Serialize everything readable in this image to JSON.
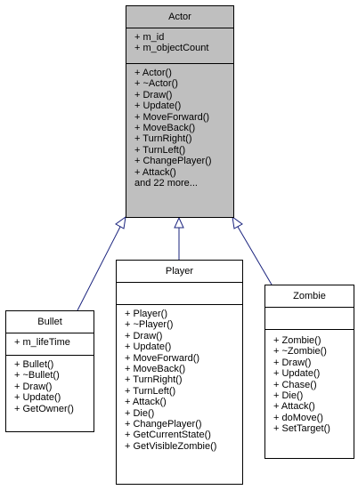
{
  "classes": {
    "actor": {
      "name": "Actor",
      "attributes": [
        "+ m_id",
        "+ m_objectCount"
      ],
      "methods": [
        "+ Actor()",
        "+ ~Actor()",
        "+ Draw()",
        "+ Update()",
        "+ MoveForward()",
        "+ MoveBack()",
        "+ TurnRight()",
        "+ TurnLeft()",
        "+ ChangePlayer()",
        "+ Attack()",
        "and 22 more..."
      ]
    },
    "bullet": {
      "name": "Bullet",
      "attributes": [
        "+ m_lifeTime"
      ],
      "methods": [
        "+ Bullet()",
        "+ ~Bullet()",
        "+ Draw()",
        "+ Update()",
        "+ GetOwner()"
      ]
    },
    "player": {
      "name": "Player",
      "attributes": [],
      "methods": [
        "+ Player()",
        "+ ~Player()",
        "+ Draw()",
        "+ Update()",
        "+ MoveForward()",
        "+ MoveBack()",
        "+ TurnRight()",
        "+ TurnLeft()",
        "+ Attack()",
        "+ Die()",
        "+ ChangePlayer()",
        "+ GetCurrentState()",
        "+ GetVisibleZombie()"
      ]
    },
    "zombie": {
      "name": "Zombie",
      "attributes": [],
      "methods": [
        "+ Zombie()",
        "+ ~Zombie()",
        "+ Draw()",
        "+ Update()",
        "+ Chase()",
        "+ Die()",
        "+ Attack()",
        "+ doMove()",
        "+ SetTarget()"
      ]
    }
  },
  "colors": {
    "base_fill": "#bfbfbf",
    "derived_fill": "#ffffff",
    "line": "#1a237e"
  }
}
